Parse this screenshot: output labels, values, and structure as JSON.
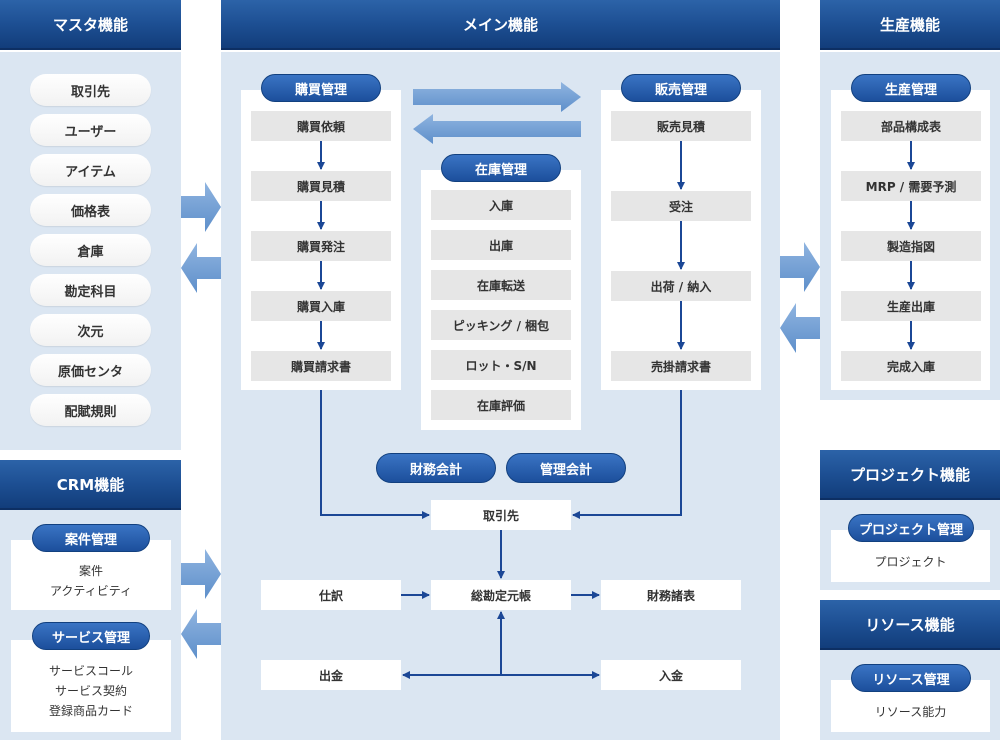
{
  "master": {
    "title": "マスタ機能",
    "items": [
      "取引先",
      "ユーザー",
      "アイテム",
      "価格表",
      "倉庫",
      "勘定科目",
      "次元",
      "原価センタ",
      "配賦規則"
    ]
  },
  "crm": {
    "title": "CRM機能",
    "case": {
      "label": "案件管理",
      "lines": [
        "案件",
        "アクティビティ"
      ]
    },
    "service": {
      "label": "サービス管理",
      "lines": [
        "サービスコール",
        "サービス契約",
        "登録商品カード"
      ]
    }
  },
  "main": {
    "title": "メイン機能",
    "purchase": {
      "label": "購買管理",
      "steps": [
        "購買依頼",
        "購買見積",
        "購買発注",
        "購買入庫",
        "購買請求書"
      ]
    },
    "inventory": {
      "label": "在庫管理",
      "items": [
        "入庫",
        "出庫",
        "在庫転送",
        "ピッキング / 梱包",
        "ロット・S/N",
        "在庫評価"
      ]
    },
    "sales": {
      "label": "販売管理",
      "steps": [
        "販売見積",
        "受注",
        "出荷 / 納入",
        "売掛請求書"
      ]
    },
    "finance_label": "財務会計",
    "mgmt_label": "管理会計",
    "ledger": {
      "partner": "取引先",
      "journal": "仕訳",
      "general_ledger": "総勘定元帳",
      "statements": "財務諸表",
      "payment_out": "出金",
      "payment_in": "入金"
    }
  },
  "production": {
    "title": "生産機能",
    "label": "生産管理",
    "steps": [
      "部品構成表",
      "MRP / 需要予測",
      "製造指図",
      "生産出庫",
      "完成入庫"
    ]
  },
  "project": {
    "title": "プロジェクト機能",
    "label": "プロジェクト管理",
    "item": "プロジェクト"
  },
  "resource": {
    "title": "リソース機能",
    "label": "リソース管理",
    "item": "リソース能力"
  },
  "colors": {
    "header": "#1d4f93",
    "panel": "#dbe6f2",
    "arrow": "#1b4796",
    "big_arrow": "#6f9bd0"
  }
}
